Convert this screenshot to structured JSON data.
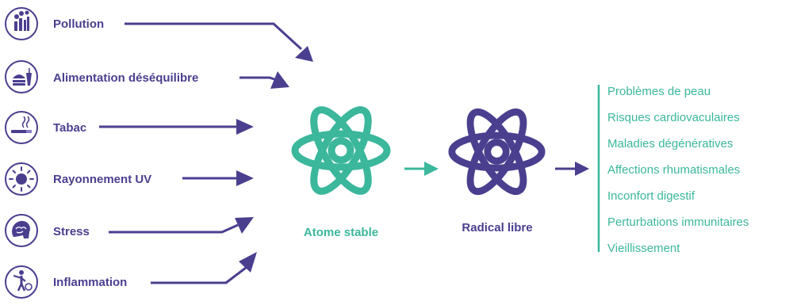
{
  "colors": {
    "purple": "#4a3f8f",
    "teal": "#3bb79b"
  },
  "causes": [
    {
      "label": "Pollution",
      "icon": "factory-icon"
    },
    {
      "label": "Alimentation déséquilibre",
      "icon": "fast-food-icon"
    },
    {
      "label": "Tabac",
      "icon": "cigarette-icon"
    },
    {
      "label": "Rayonnement UV",
      "icon": "sun-icon"
    },
    {
      "label": "Stress",
      "icon": "brain-icon"
    },
    {
      "label": "Inflammation",
      "icon": "inflammation-icon"
    }
  ],
  "stable": {
    "label": "Atome stable",
    "icon": "atom-icon"
  },
  "radical": {
    "label": "Radical libre",
    "icon": "atom-icon"
  },
  "effects": [
    "Problèmes de peau",
    "Risques cardiovaculaires",
    "Maladies dégénératives",
    "Affections rhumatismales",
    "Inconfort digestif",
    "Perturbations immunitaires",
    "Vieillissement"
  ]
}
